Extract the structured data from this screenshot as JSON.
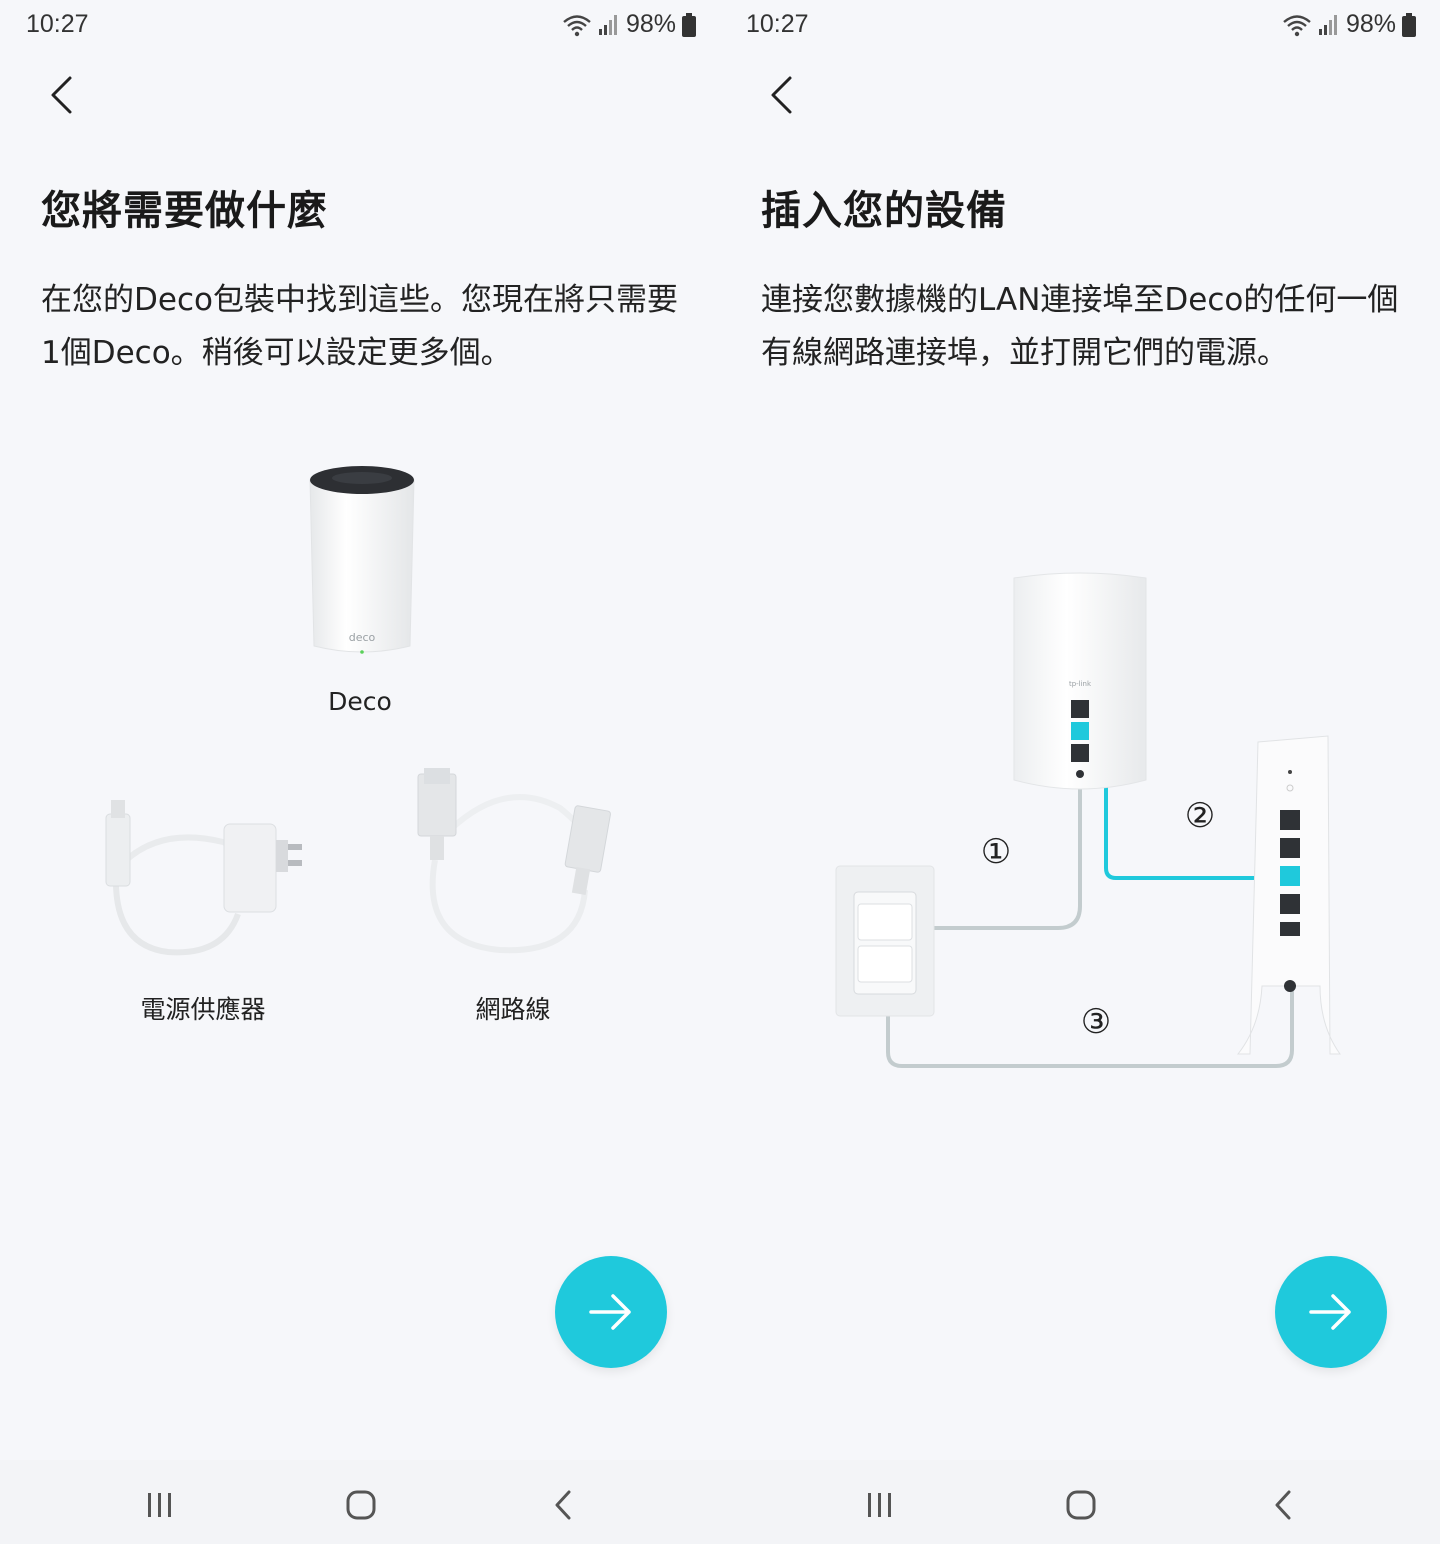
{
  "status_bar": {
    "time": "10:27",
    "battery": "98%"
  },
  "left_screen": {
    "title": "您將需要做什麼",
    "description": "在您的Deco包裝中找到這些。您現在將只需要1個Deco。稍後可以設定更多個。",
    "items": [
      {
        "label": "Deco",
        "device_text": "deco"
      },
      {
        "label": "電源供應器"
      },
      {
        "label": "網路線"
      }
    ]
  },
  "right_screen": {
    "title": "插入您的設備",
    "description": "連接您數據機的LAN連接埠至Deco的任何一個有線網路連接埠，並打開它們的電源。",
    "steps": [
      "①",
      "②",
      "③"
    ],
    "brand_text": "tp-link"
  },
  "colors": {
    "accent": "#1fc9dc",
    "background": "#f6f7fa",
    "cable": "#c3ccce"
  },
  "icons": {
    "back": "chevron-left-icon",
    "next": "arrow-right-icon",
    "nav_recents": "recents-icon",
    "nav_home": "home-icon",
    "nav_back": "back-nav-icon"
  }
}
